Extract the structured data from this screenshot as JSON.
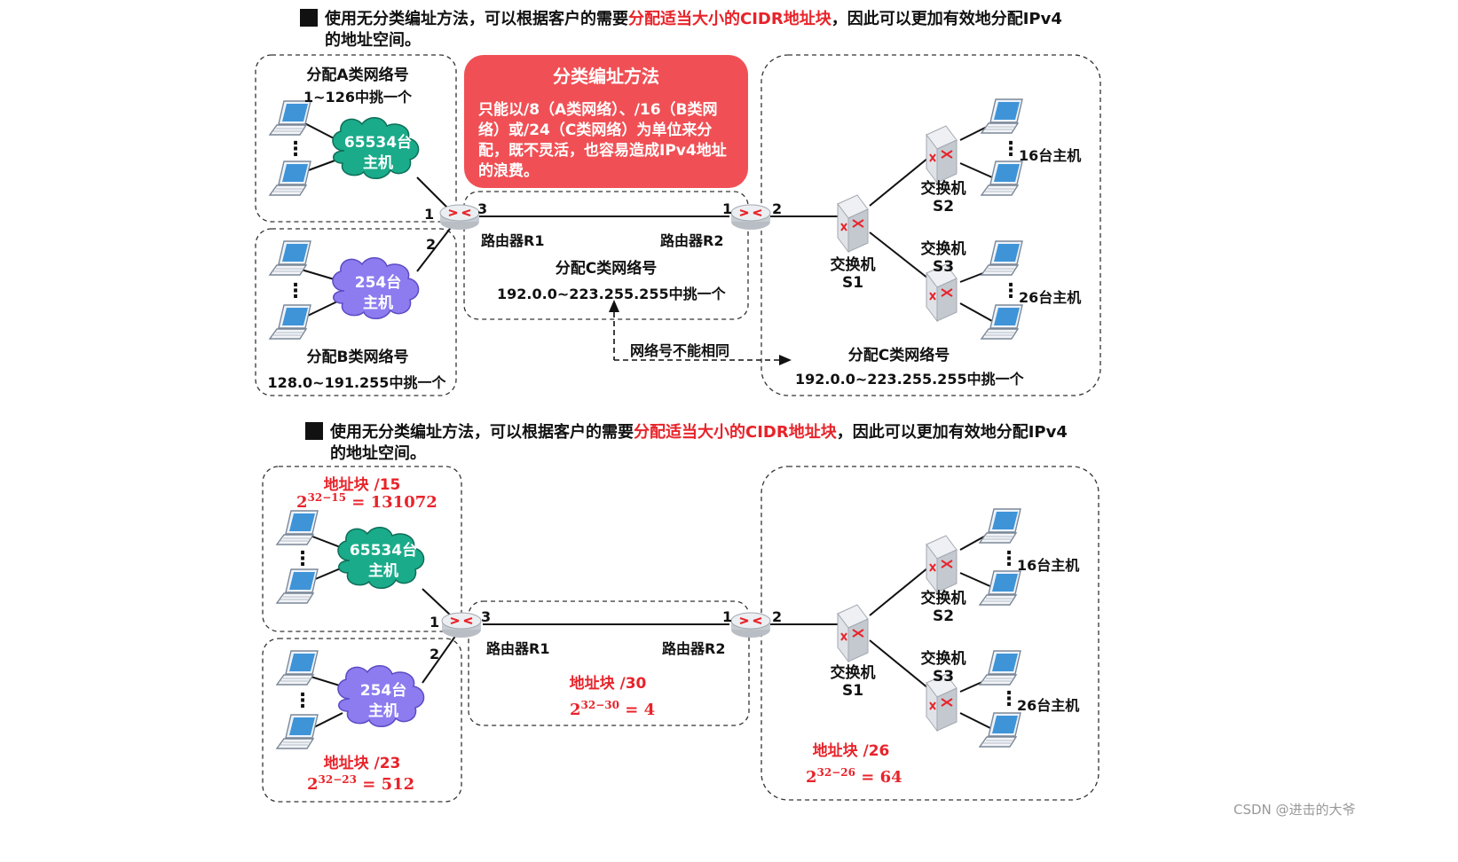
{
  "top": {
    "title_part1": "使用无分类编址方法，可以根据客户的需要",
    "title_highlight": "分配适当大小的CIDR地址块",
    "title_part2": "，因此可以更加有效地分配IPv4",
    "title_line2": "的地址空间。",
    "net_a_label": "分配A类网络号",
    "net_a_range": "1~126中挑一个",
    "cloud_a_line1": "65534台",
    "cloud_a_line2": "主机",
    "cloud_b_line1": "254台",
    "cloud_b_line2": "主机",
    "net_b_label": "分配B类网络号",
    "net_b_range": "128.0~191.255中挑一个",
    "callout_title": "分类编址方法",
    "callout_body": "只能以/8（A类网络）、/16（B类网络）或/24（C类网络）为单位来分配，既不灵活，也容易造成IPv4地址的浪费。",
    "link_label": "分配C类网络号",
    "link_range": "192.0.0~223.255.255中挑一个",
    "arrow_label": "网络号不能相同",
    "right_label": "分配C类网络号",
    "right_range": "192.0.0~223.255.255中挑一个"
  },
  "bottom": {
    "title_part1": "使用无分类编址方法，可以根据客户的需要",
    "title_highlight": "分配适当大小的CIDR地址块",
    "title_part2": "，因此可以更加有效地分配IPv4",
    "title_line2": "的地址空间。",
    "block_a_label": "地址块 /15",
    "block_a_base": "2",
    "block_a_exp": "32−15",
    "block_a_value": "= 131072",
    "cloud_a_line1": "65534台",
    "cloud_a_line2": "主机",
    "cloud_b_line1": "254台",
    "cloud_b_line2": "主机",
    "block_b_label": "地址块 /23",
    "block_b_base": "2",
    "block_b_exp": "32−23",
    "block_b_value": "= 512",
    "block_link_label": "地址块 /30",
    "block_link_base": "2",
    "block_link_exp": "32−30",
    "block_link_value": "= 4",
    "block_right_label": "地址块 /26",
    "block_right_base": "2",
    "block_right_exp": "32−26",
    "block_right_value": "= 64"
  },
  "devices": {
    "router1": "路由器R1",
    "router2": "路由器R2",
    "switch1_name": "交换机",
    "switch1_id": "S1",
    "switch2_name": "交换机",
    "switch2_id": "S2",
    "switch3_name": "交换机",
    "switch3_id": "S3",
    "hosts16": "16台主机",
    "hosts26": "26台主机",
    "port1": "1",
    "port2": "2",
    "port3": "3",
    "dots": "⋮"
  },
  "colors": {
    "highlight_red": "#e8232a",
    "callout_bg": "#f05055",
    "cloud_green": "#1aab8a",
    "cloud_purple": "#8c7cf0"
  },
  "watermark": "CSDN @进击的大爷"
}
